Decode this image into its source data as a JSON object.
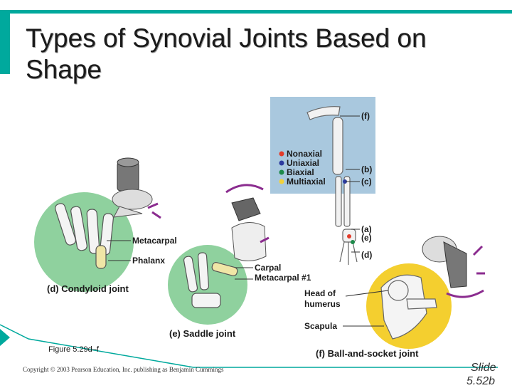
{
  "title": "Types of Synovial Joints Based on Shape",
  "colors": {
    "accent": "#00a99d",
    "bone_green": "#8fd19e",
    "inset_blue": "#a9c8de",
    "socket_yellow": "#f4cf2f",
    "arrow_purple": "#8b2c8f"
  },
  "labels": {
    "metacarpal": "Metacarpal",
    "phalanx": "Phalanx",
    "carpal": "Carpal",
    "metacarpal1": "Metacarpal #1",
    "head_of": "Head of",
    "humerus": "humerus",
    "scapula": "Scapula"
  },
  "captions": {
    "d": "(d) Condyloid joint",
    "e": "(e) Saddle joint",
    "f": "(f) Ball-and-socket joint"
  },
  "inset": {
    "legend": [
      {
        "label": "Nonaxial",
        "color": "#e23b2a"
      },
      {
        "label": "Uniaxial",
        "color": "#2b3a9e"
      },
      {
        "label": "Biaxial",
        "color": "#1d8a4a"
      },
      {
        "label": "Multiaxial",
        "color": "#f2d13a"
      }
    ],
    "markers": {
      "f": "(f)",
      "b": "(b)",
      "c": "(c)",
      "a": "(a)",
      "e": "(e)",
      "d": "(d)"
    }
  },
  "figure_ref": "Figure 5.29d–f",
  "copyright": "Copyright © 2003 Pearson Education, Inc. publishing as Benjamin Cummings",
  "slide_label": "Slide",
  "slide_number": "5.52b"
}
